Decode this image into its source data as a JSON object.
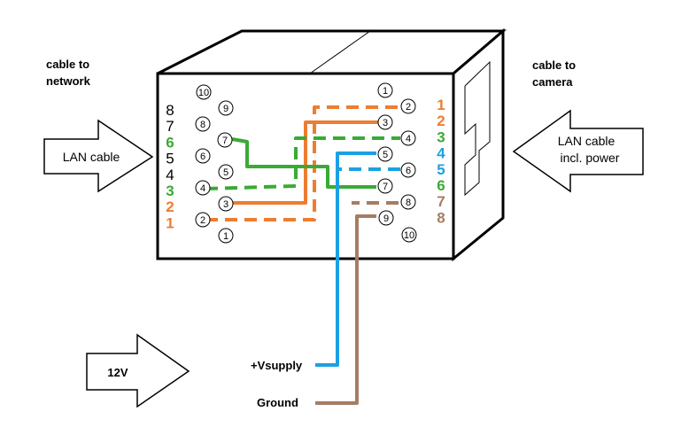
{
  "labels": {
    "network_line1": "cable to",
    "network_line2": "network",
    "camera_line1": "cable to",
    "camera_line2": "camera",
    "lan_cable": "LAN cable",
    "lan_power_line1": "LAN cable",
    "lan_power_line2": "incl. power",
    "v12": "12V",
    "vsupply": "+Vsupply",
    "ground": "Ground"
  },
  "left_pins": [
    "10",
    "9",
    "8",
    "7",
    "6",
    "5",
    "4",
    "3",
    "2",
    "1"
  ],
  "right_pins": [
    "1",
    "2",
    "3",
    "4",
    "5",
    "6",
    "7",
    "8",
    "9",
    "10"
  ],
  "left_order": [
    "8",
    "7",
    "6",
    "5",
    "4",
    "3",
    "2",
    "1"
  ],
  "right_order": [
    "1",
    "2",
    "3",
    "4",
    "5",
    "6",
    "7",
    "8"
  ],
  "colors": {
    "orange": "#ED7D31",
    "green": "#3AAA35",
    "blue": "#1BA1E2",
    "brown": "#A67C62",
    "black": "#000000",
    "vsupply_red": "#C0392B",
    "ground_brown": "#7B5A45"
  },
  "left_order_colors": [
    "black",
    "black",
    "green",
    "black",
    "black",
    "green",
    "orange",
    "orange"
  ],
  "right_order_colors": [
    "orange",
    "orange",
    "green",
    "blue",
    "blue",
    "green",
    "brown",
    "brown"
  ]
}
